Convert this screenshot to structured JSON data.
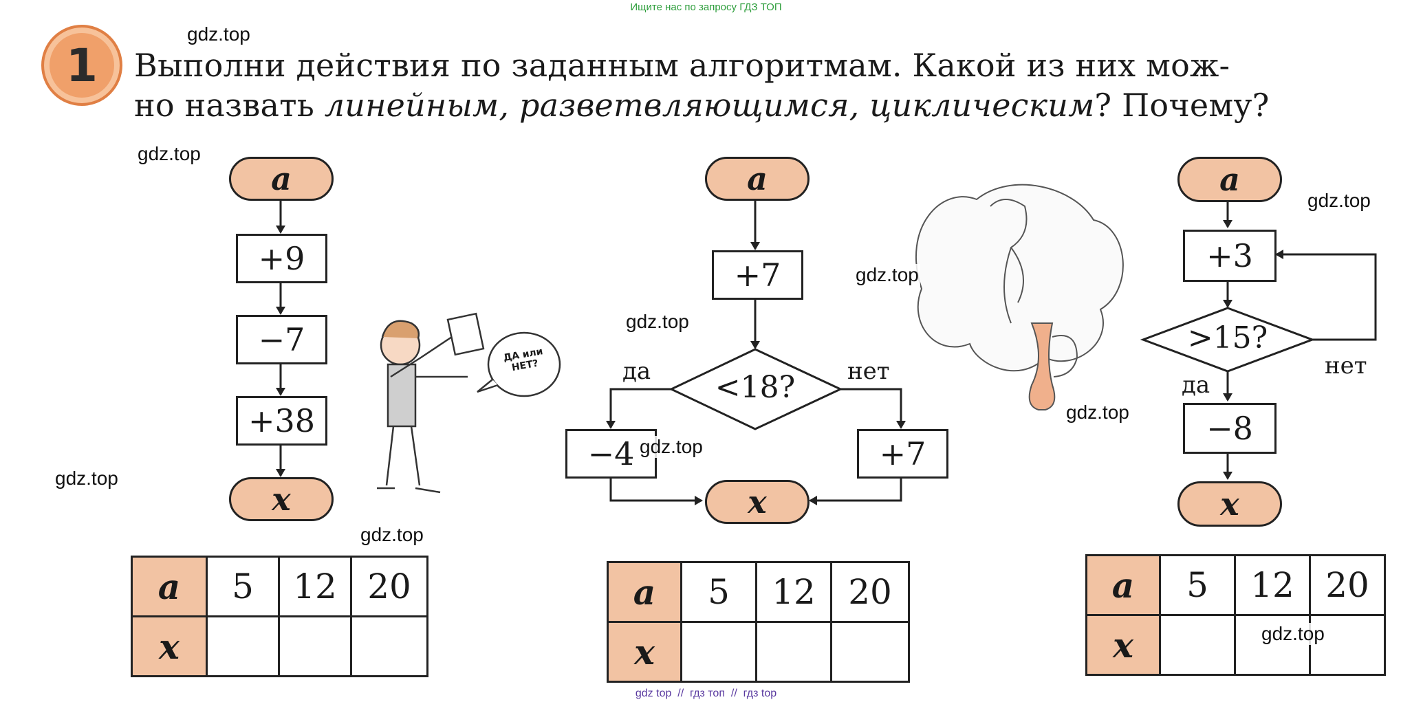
{
  "top_note": "Ищите нас по запросу ГДЗ ТОП",
  "bottom_note": "gdz top  //  гдз топ  //  гдз top",
  "watermark": "gdz.top",
  "task_number": "1",
  "task": {
    "part1": "Выполни действия по заданным алгоритмам. Какой из них мож-",
    "part2a": "но назвать ",
    "part2b": "линейным, разветвляющимся, циклическим",
    "part2c": "? Почему?"
  },
  "speech_bubble": "ДА или НЕТ?",
  "algo1": {
    "start": "a",
    "steps": [
      "+9",
      "−7",
      "+38"
    ],
    "end": "x",
    "table": {
      "row_a": "a",
      "row_x": "x",
      "values": [
        "5",
        "12",
        "20"
      ]
    }
  },
  "algo2": {
    "start": "a",
    "step": "+7",
    "condition": "<18?",
    "yes_label": "да",
    "no_label": "нет",
    "yes_step": "−4",
    "no_step": "+7",
    "end": "x",
    "table": {
      "row_a": "a",
      "row_x": "x",
      "values": [
        "5",
        "12",
        "20"
      ]
    }
  },
  "algo3": {
    "start": "a",
    "step": "+3",
    "condition": ">15?",
    "yes_label": "да",
    "no_label": "нет",
    "yes_step": "−8",
    "end": "x",
    "table": {
      "row_a": "a",
      "row_x": "x",
      "values": [
        "5",
        "12",
        "20"
      ]
    }
  }
}
